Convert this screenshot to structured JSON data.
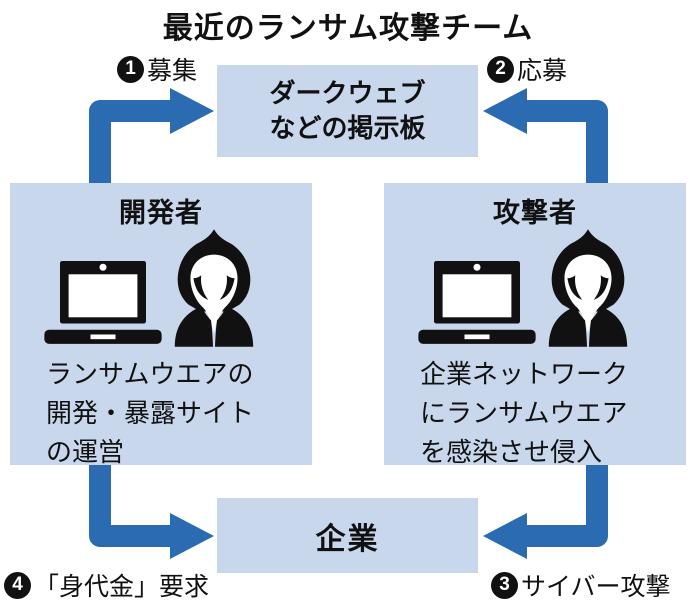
{
  "title": "最近のランサム攻撃チーム",
  "colors": {
    "box_fill": "#c9d7ed",
    "arrow_blue": "#2b6bb2",
    "ink": "#111111"
  },
  "darkweb_board": {
    "lines": [
      "ダークウェブ",
      "などの掲示板"
    ]
  },
  "company": {
    "label": "企業"
  },
  "developer": {
    "title": "開発者",
    "icons": [
      "laptop-icon",
      "hooded-hacker-icon"
    ],
    "desc_lines": [
      "ランサムウエアの",
      "開発・暴露サイト",
      "の運営"
    ]
  },
  "attacker": {
    "title": "攻撃者",
    "icons": [
      "laptop-icon",
      "hooded-hacker-icon"
    ],
    "desc_lines": [
      "企業ネットワーク",
      "にランサムウエア",
      "を感染させ侵入"
    ]
  },
  "steps": [
    {
      "num": "1",
      "label": "募集"
    },
    {
      "num": "2",
      "label": "応募"
    },
    {
      "num": "3",
      "label": "サイバー攻撃"
    },
    {
      "num": "4",
      "label": "「身代金」要求"
    }
  ]
}
